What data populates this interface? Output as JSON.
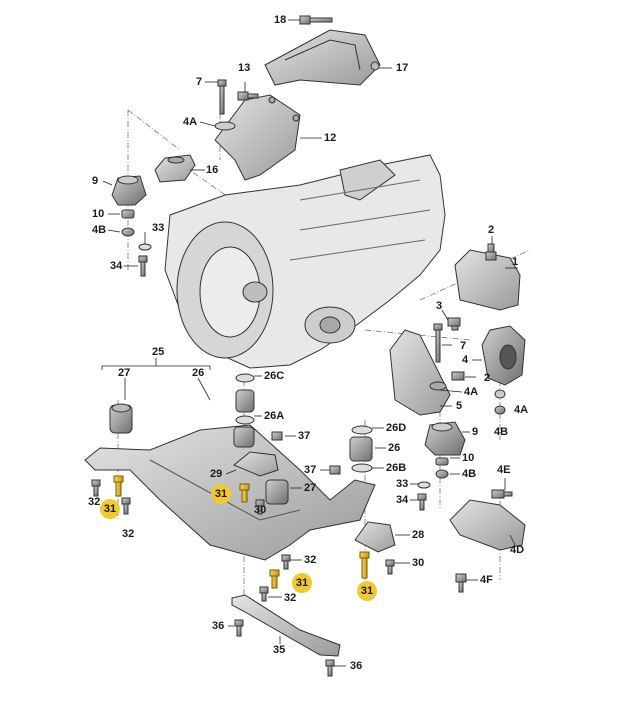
{
  "diagram": {
    "labels": {
      "l18": "18",
      "l17": "17",
      "l7a": "7",
      "l13": "13",
      "l4a_top": "4A",
      "l12": "12",
      "l9a": "9",
      "l16": "16",
      "l10": "10",
      "l4b_a": "4B",
      "l33a": "33",
      "l34a": "34",
      "l2a": "2",
      "l1": "1",
      "l3": "3",
      "l7b": "7",
      "l4": "4",
      "l2b": "2",
      "l4a_mid": "4A",
      "l5": "5",
      "l4a_r": "4A",
      "l4b_r": "4B",
      "l25": "25",
      "l27a": "27",
      "l26": "26",
      "l26c": "26C",
      "l26a": "26A",
      "l37a": "37",
      "l29": "29",
      "l32a": "32",
      "l32b": "32",
      "l26d": "26D",
      "l26b_num": "26",
      "l26b": "26B",
      "l37b": "37",
      "l27b": "27",
      "l30a": "30",
      "l9b": "9",
      "l10b": "10",
      "l4b_b": "4B",
      "l33b": "33",
      "l34b": "34",
      "l4e": "4E",
      "l4d": "4D",
      "l28": "28",
      "l30b": "30",
      "l4f": "4F",
      "l32c": "32",
      "l32d": "32",
      "l36a": "36",
      "l35": "35",
      "l36b": "36"
    },
    "badges": {
      "b31_left": "31",
      "b31_mid": "31",
      "b31_low": "31",
      "b31_right": "31"
    }
  }
}
